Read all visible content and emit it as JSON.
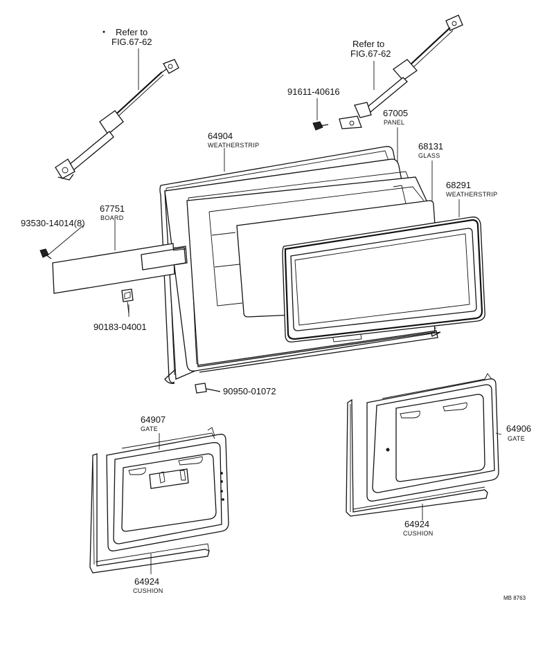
{
  "refs": {
    "left": [
      "Refer to",
      "FIG.67-62"
    ],
    "right": [
      "Refer to",
      "FIG.67-62"
    ]
  },
  "parts": {
    "p91611": {
      "number": "91611-40616"
    },
    "p67005": {
      "number": "67005",
      "name": "PANEL"
    },
    "p64904": {
      "number": "64904",
      "name": "WEATHERSTRIP"
    },
    "p68131": {
      "number": "68131",
      "name": "GLASS"
    },
    "p68291": {
      "number": "68291",
      "name": "WEATHERSTRIP"
    },
    "p67751": {
      "number": "67751",
      "name": "BOARD"
    },
    "p93530": {
      "number": "93530-14014(8)"
    },
    "p90183": {
      "number": "90183-04001"
    },
    "p90950": {
      "number": "90950-01072"
    },
    "p64907": {
      "number": "64907",
      "name": "GATE"
    },
    "p64906": {
      "number": "64906",
      "name": "GATE"
    },
    "p64924a": {
      "number": "64924",
      "name": "CUSHION"
    },
    "p64924b": {
      "number": "64924",
      "name": "CUSHION"
    }
  },
  "code": "MB 8763"
}
